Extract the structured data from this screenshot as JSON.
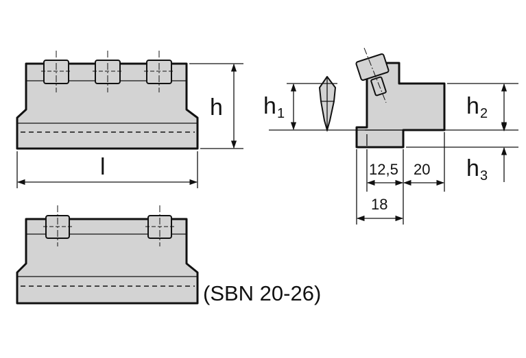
{
  "labels": {
    "h": "h",
    "l": "l",
    "h1_main": "h",
    "h1_sub": "1",
    "h2_main": "h",
    "h2_sub": "2",
    "h3_main": "h",
    "h3_sub": "3",
    "dim_12_5": "12,5",
    "dim_20": "20",
    "dim_18": "18",
    "variant_note": "(SBN 20-26)"
  },
  "colors": {
    "body_fill": "#d3d3d3",
    "line": "#111111",
    "background": "#ffffff"
  }
}
